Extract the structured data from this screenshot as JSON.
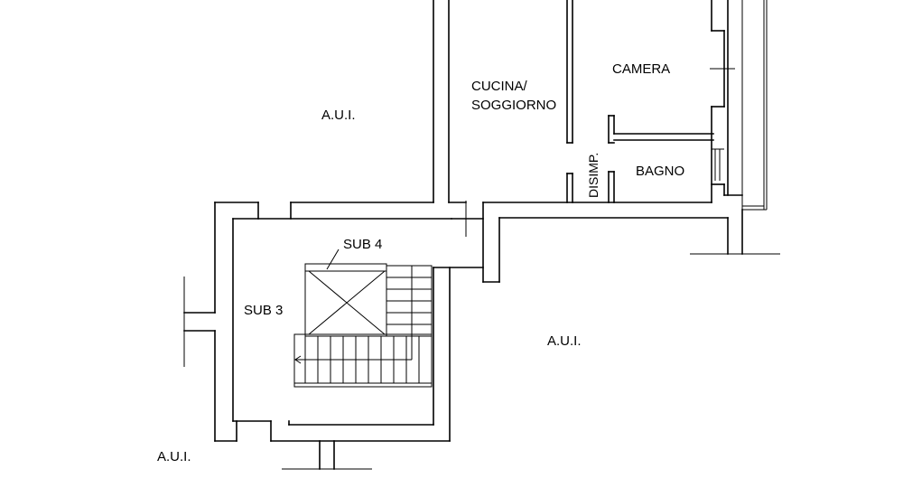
{
  "labels": {
    "aui_top": "A.U.I.",
    "aui_center": "A.U.I.",
    "aui_bottom": "A.U.I.",
    "cucina_line1": "CUCINA/",
    "cucina_line2": "SOGGIORNO",
    "camera": "CAMERA",
    "bagno": "BAGNO",
    "disimpegno": "DISIMP.",
    "sub4": "SUB 4",
    "sub3": "SUB 3"
  },
  "colors": {
    "line": "#000000",
    "background": "#ffffff"
  }
}
